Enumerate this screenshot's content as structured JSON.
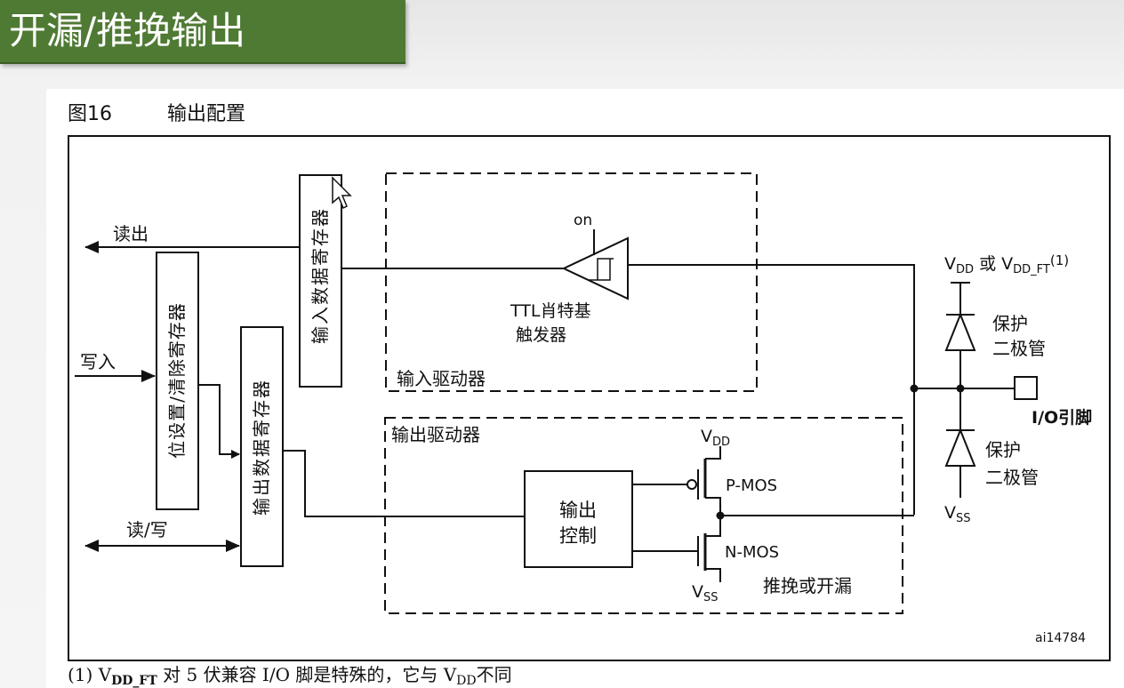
{
  "slide": {
    "title": "开漏/推挽输出"
  },
  "figure": {
    "number": "图16",
    "caption": "输出配置",
    "id_code": "ai14784",
    "footnote": {
      "prefix": "(1) ",
      "vddft_main": "V",
      "vddft_sub": "DD_FT",
      "mid": " 对 5 伏兼容 I/O 脚是特殊的，它与 ",
      "vdd_main": "V",
      "vdd_sub": "DD",
      "suffix": "不同"
    }
  },
  "diagram": {
    "signals": {
      "read": "读出",
      "write": "写入",
      "read_write": "读/写"
    },
    "registers": {
      "input_data": "输入数据寄存器",
      "bit_set_clear": "位设置/清除寄存器",
      "output_data": "输出数据寄存器"
    },
    "input_driver": {
      "label": "输入驱动器",
      "schmitt_line1": "TTL肖特基",
      "schmitt_line2": "触发器",
      "on": "on"
    },
    "output_driver": {
      "label": "输出驱动器",
      "control_line1": "输出",
      "control_line2": "控制",
      "pmos": "P-MOS",
      "nmos": "N-MOS",
      "mode": "推挽或开漏",
      "vdd_main": "V",
      "vdd_sub": "DD",
      "vss_main": "V",
      "vss_sub": "SS"
    },
    "protection": {
      "top_supply_main": "V",
      "top_supply_sub": "DD",
      "or_word": " 或 ",
      "top_supply2_main": "V",
      "top_supply2_sub": "DD_FT",
      "top_supply_note": "(1)",
      "diode_line1": "保护",
      "diode_line2": "二极管",
      "bottom_supply_main": "V",
      "bottom_supply_sub": "SS"
    },
    "pin": {
      "label": "I/O引脚"
    }
  }
}
